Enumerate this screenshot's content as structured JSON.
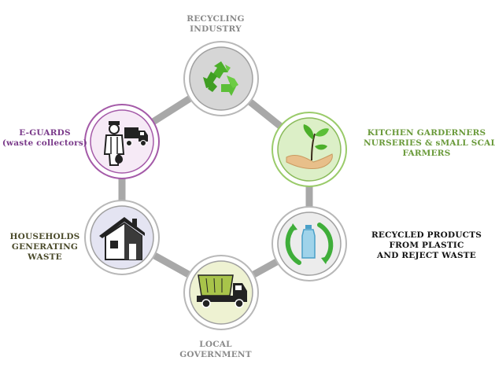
{
  "nodes": {
    "recycling_industry": {
      "lines": [
        "RECYCLING",
        "INDUSTRY"
      ],
      "icon": "recycle-icon"
    },
    "kitchen_gardeners": {
      "lines": [
        "KITCHEN GARDERNERS",
        "NURSERIES & sMALL SCALE",
        "FARMERS"
      ],
      "icon": "plant-in-hand-icon"
    },
    "recycled_products": {
      "lines": [
        "RECYCLED PRODUCTS",
        "FROM PLASTIC",
        "AND REJECT WASTE"
      ],
      "icon": "recycled-bottle-icon"
    },
    "local_government": {
      "lines": [
        "LOCAL",
        "GOVERNMENT"
      ],
      "icon": "garbage-truck-icon"
    },
    "households": {
      "lines": [
        "HOUSEHOLDS",
        "GENERATING",
        "WASTE"
      ],
      "icon": "house-icon"
    },
    "e_guards": {
      "lines": [
        "E-GUARDS",
        "(waste collectors)"
      ],
      "icon": "waste-collector-icon"
    }
  },
  "colors": {
    "ring": "#a8a8a8",
    "recycling_fill": "#d6d6d6",
    "kitchen_fill": "#dcefc7",
    "kitchen_border": "#9acb6a",
    "products_fill": "#ececec",
    "local_fill": "#eef2d2",
    "households_fill": "#e4e4f2",
    "eguards_fill": "#f6eaf6",
    "eguards_border": "#a45aa8",
    "green_icon": "#4caf2a",
    "dark_icon": "#222222"
  }
}
